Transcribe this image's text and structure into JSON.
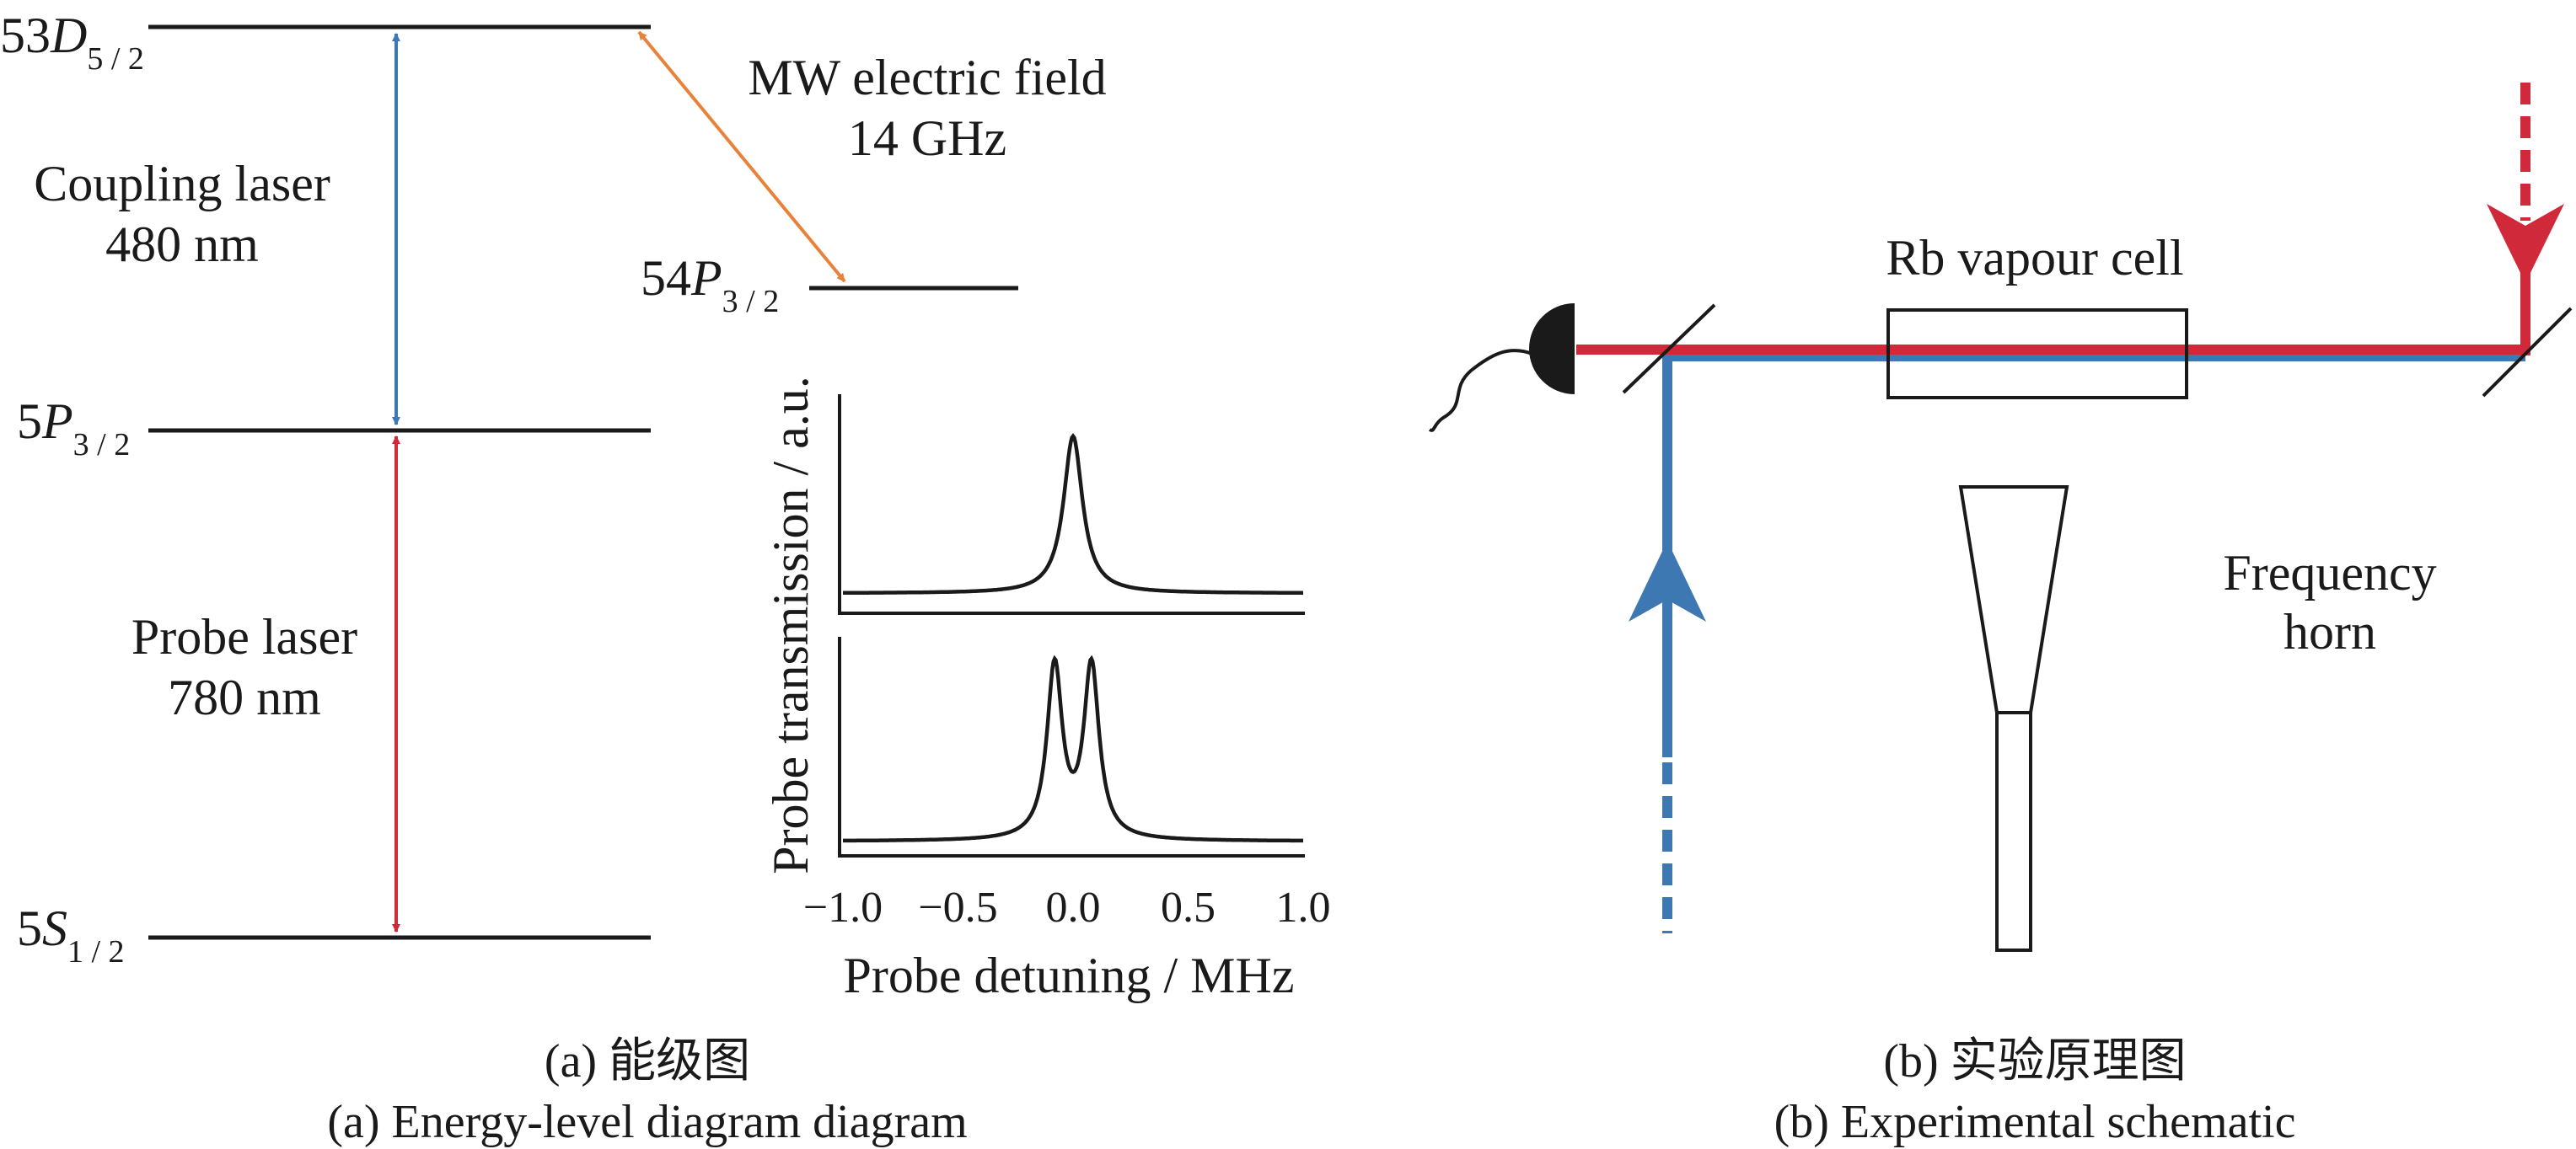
{
  "panel_a": {
    "levels": {
      "d53": {
        "main": "53",
        "italic": "D",
        "sub": "5 / 2"
      },
      "p54": {
        "main": "54",
        "italic": "P",
        "sub": "3 / 2"
      },
      "p5": {
        "main": "5",
        "italic": "P",
        "sub": "3 / 2"
      },
      "s5": {
        "main": "5",
        "italic": "S",
        "sub": "1 / 2"
      }
    },
    "coupling": {
      "line1": "Coupling laser",
      "line2": "480 nm"
    },
    "probe": {
      "line1": "Probe laser",
      "line2": "780 nm"
    },
    "mw": {
      "line1": "MW electric field",
      "line2": "14 GHz"
    },
    "caption_cn": "(a) 能级图",
    "caption_en": "(a) Energy-level diagram diagram"
  },
  "panel_b": {
    "cell_label": "Rb vapour cell",
    "horn_line1": "Frequency",
    "horn_line2": "horn",
    "caption_cn": "(b) 实验原理图",
    "caption_en": "(b) Experimental schematic"
  },
  "colors": {
    "coupling_blue": "#3e78b2",
    "probe_red": "#d0293a",
    "mw_orange": "#e8823a",
    "line": "#1a1a1a"
  },
  "chart_data": {
    "type": "line",
    "xlabel": "Probe detuning / MHz",
    "ylabel": "Probe transmission / a.u.",
    "xlim": [
      -1.0,
      1.0
    ],
    "xticks": [
      "−1.0",
      "−0.5",
      "0.0",
      "0.5",
      "1.0"
    ],
    "xtick_values": [
      -1.0,
      -0.5,
      0.0,
      0.5,
      1.0
    ],
    "ylim": [
      0,
      1
    ],
    "grid": false,
    "subplots": [
      {
        "peaks": [
          0.0
        ],
        "width": 0.05,
        "baseline": 0.08,
        "amplitude": 0.92
      },
      {
        "peaks": [
          -0.08,
          0.08
        ],
        "width": 0.04,
        "baseline": 0.05,
        "amplitude": 0.95
      }
    ]
  }
}
